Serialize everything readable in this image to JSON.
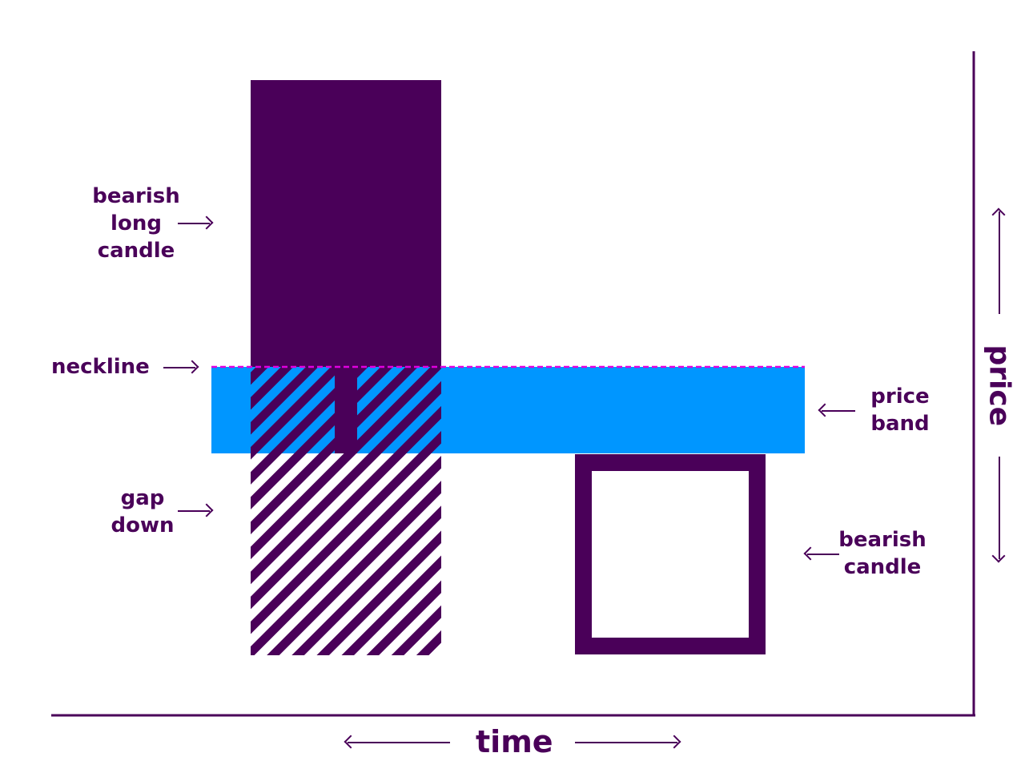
{
  "colors": {
    "primary": "#4a0059",
    "band": "#0096ff",
    "neckline": "#e000e0",
    "background": "#ffffff"
  },
  "labels": {
    "bearish_long_candle": [
      "bearish",
      "long",
      "candle"
    ],
    "neckline": "neckline",
    "gap_down": [
      "gap",
      "down"
    ],
    "price_band": [
      "price",
      "band"
    ],
    "bearish_candle": [
      "bearish",
      "candle"
    ]
  },
  "axes": {
    "x_label": "time",
    "y_label": "price"
  }
}
